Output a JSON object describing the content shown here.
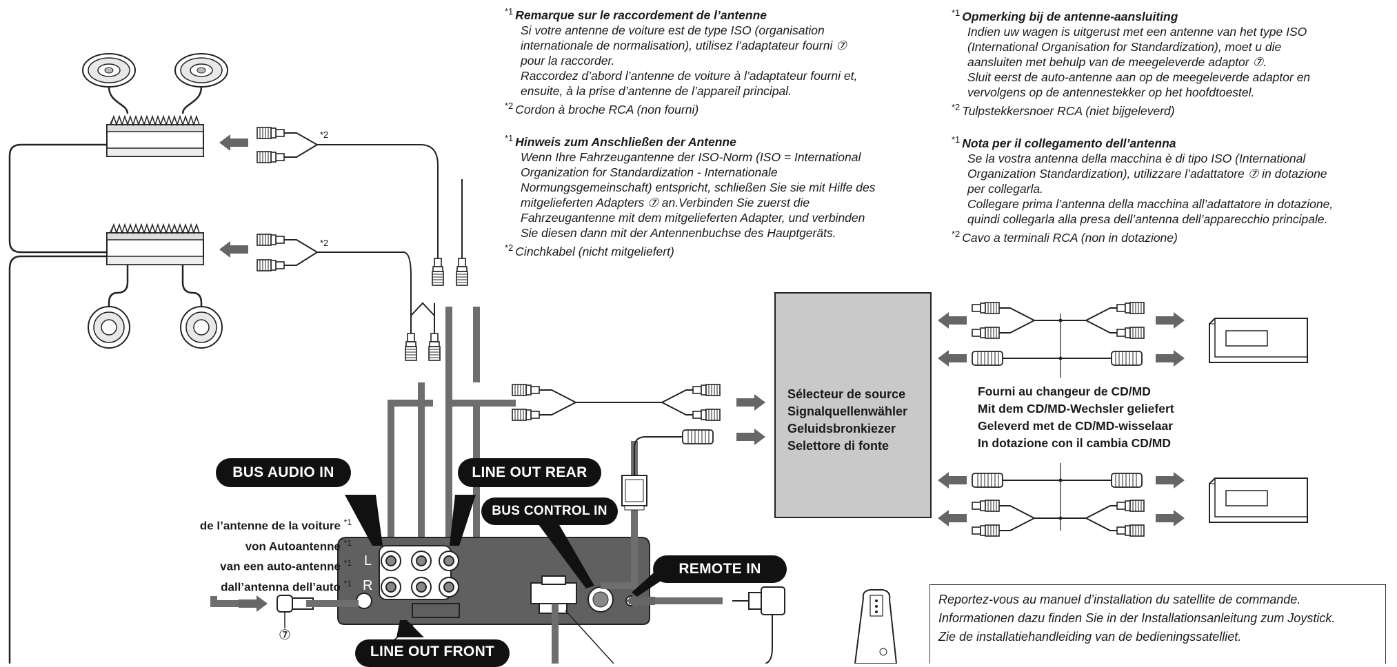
{
  "notes_fr": {
    "title": "Remarque sur le raccordement de l’antenne",
    "lines": [
      "Si votre antenne de voiture est de type ISO (organisation",
      "internationale de normalisation), utilisez l’adaptateur fourni ⑦",
      "pour la raccorder.",
      "Raccordez d’abord l’antenne de voiture à l’adaptateur fourni et,",
      "ensuite, à la prise d’antenne de l’appareil principal."
    ],
    "cable": "Cordon à broche RCA (non fourni)"
  },
  "notes_de": {
    "title": "Hinweis zum Anschließen der Antenne",
    "lines": [
      "Wenn Ihre Fahrzeugantenne der ISO-Norm (ISO = International",
      "Organization for Standardization - Internationale",
      "Normungsgemeinschaft) entspricht, schließen Sie sie mit Hilfe des",
      "mitgelieferten Adapters ⑦ an.Verbinden Sie zuerst die",
      "Fahrzeugantenne mit dem mitgelieferten Adapter, und verbinden",
      "Sie diesen dann mit der Antennenbuchse des Hauptgeräts."
    ],
    "cable": "Cinchkabel (nicht mitgeliefert)"
  },
  "notes_nl": {
    "title": "Opmerking bij de antenne-aansluiting",
    "lines": [
      "Indien uw wagen is uitgerust met een antenne van het type ISO",
      "(International Organisation for Standardization), moet u die",
      "aansluiten met behulp van de meegeleverde adaptor ⑦.",
      "Sluit eerst de auto-antenne aan op de meegeleverde adaptor en",
      "vervolgens op de antennestekker op het hoofdtoestel."
    ],
    "cable": "Tulpstekkersnoer RCA (niet bijgeleverd)"
  },
  "notes_it": {
    "title": "Nota per il collegamento dell’antenna",
    "lines": [
      "Se la vostra antenna della macchina è di tipo ISO (International",
      "Organization Standardization), utilizzare l’adattatore ⑦ in dotazione",
      "per collegarla.",
      "Collegare prima l’antenna della macchina all’adattatore in dotazione,",
      "quindi collegarla alla presa dell’antenna dell’apparecchio principale."
    ],
    "cable": "Cavo a terminali RCA (non in dotazione)"
  },
  "markers": {
    "one": "*1",
    "two": "*2"
  },
  "tags": {
    "bus_audio_in": "BUS AUDIO IN",
    "line_out_rear": "LINE OUT REAR",
    "bus_control_in": "BUS CONTROL IN",
    "remote_in": "REMOTE IN",
    "line_out_front": "LINE OUT FRONT"
  },
  "channels": {
    "left": "L",
    "right": "R"
  },
  "adapter_number": "⑦",
  "antenna_labels": [
    "de l’antenne de la voiture",
    "von Autoantenne",
    "van een auto-antenne",
    "dall’antenna dell’auto"
  ],
  "source_selector": [
    "Sélecteur de source",
    "Signalquellenwähler",
    "Geluidsbronkiezer",
    "Selettore di fonte"
  ],
  "changer_supplied": [
    "Fourni au changeur de CD/MD",
    "Mit dem CD/MD-Wechsler geliefert",
    "Geleverd met de CD/MD-wisselaar",
    "In dotazione con il cambia CD/MD"
  ],
  "joystick_note": [
    "Reportez-vous au manuel d’installation du satellite de commande.",
    "Informationen dazu finden Sie in der Installationsanleitung zum Joystick.",
    "Zie de installatiehandleiding van de bedieningssatelliet."
  ]
}
